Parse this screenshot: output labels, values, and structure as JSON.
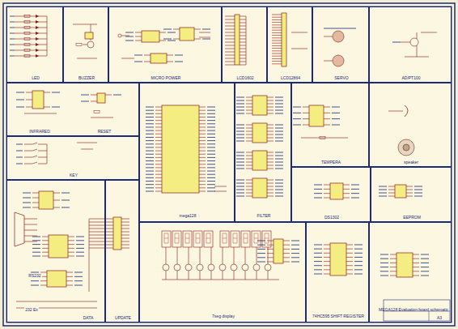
{
  "diagram": {
    "nodes": [
      {
        "text": [
          "LED"
        ]
      },
      {
        "text": [
          "BUZZER"
        ]
      },
      {
        "text": [
          "MICRO POWER"
        ]
      },
      {
        "text": [
          "LCD1602"
        ]
      },
      {
        "text": [
          "LCD12864"
        ]
      },
      {
        "text": [
          "SERVO"
        ]
      },
      {
        "text": [
          "AD/PT100"
        ]
      },
      {
        "text": [
          "INFRARED",
          "RESET"
        ]
      },
      {
        "text": [
          "KEY"
        ]
      },
      {
        "text": [
          "mega128"
        ]
      },
      {
        "text": [
          "FILTER"
        ]
      },
      {
        "text": [
          "TEMPERA"
        ]
      },
      {
        "text": [
          "speaker"
        ]
      },
      {
        "text": [
          "DS1302"
        ]
      },
      {
        "text": [
          "EEPROM"
        ]
      },
      {
        "text": [
          "RS232",
          "232 Ex",
          "DATA"
        ]
      },
      {
        "text": [
          "UPDATE"
        ]
      },
      {
        "text": [
          "7seg display"
        ]
      },
      {
        "text": [
          "74HC595 SHIFT REGISTER"
        ]
      },
      {
        "text": []
      }
    ],
    "labels": [
      "MEGA128 Evaluation board schematic",
      "A3"
    ]
  }
}
